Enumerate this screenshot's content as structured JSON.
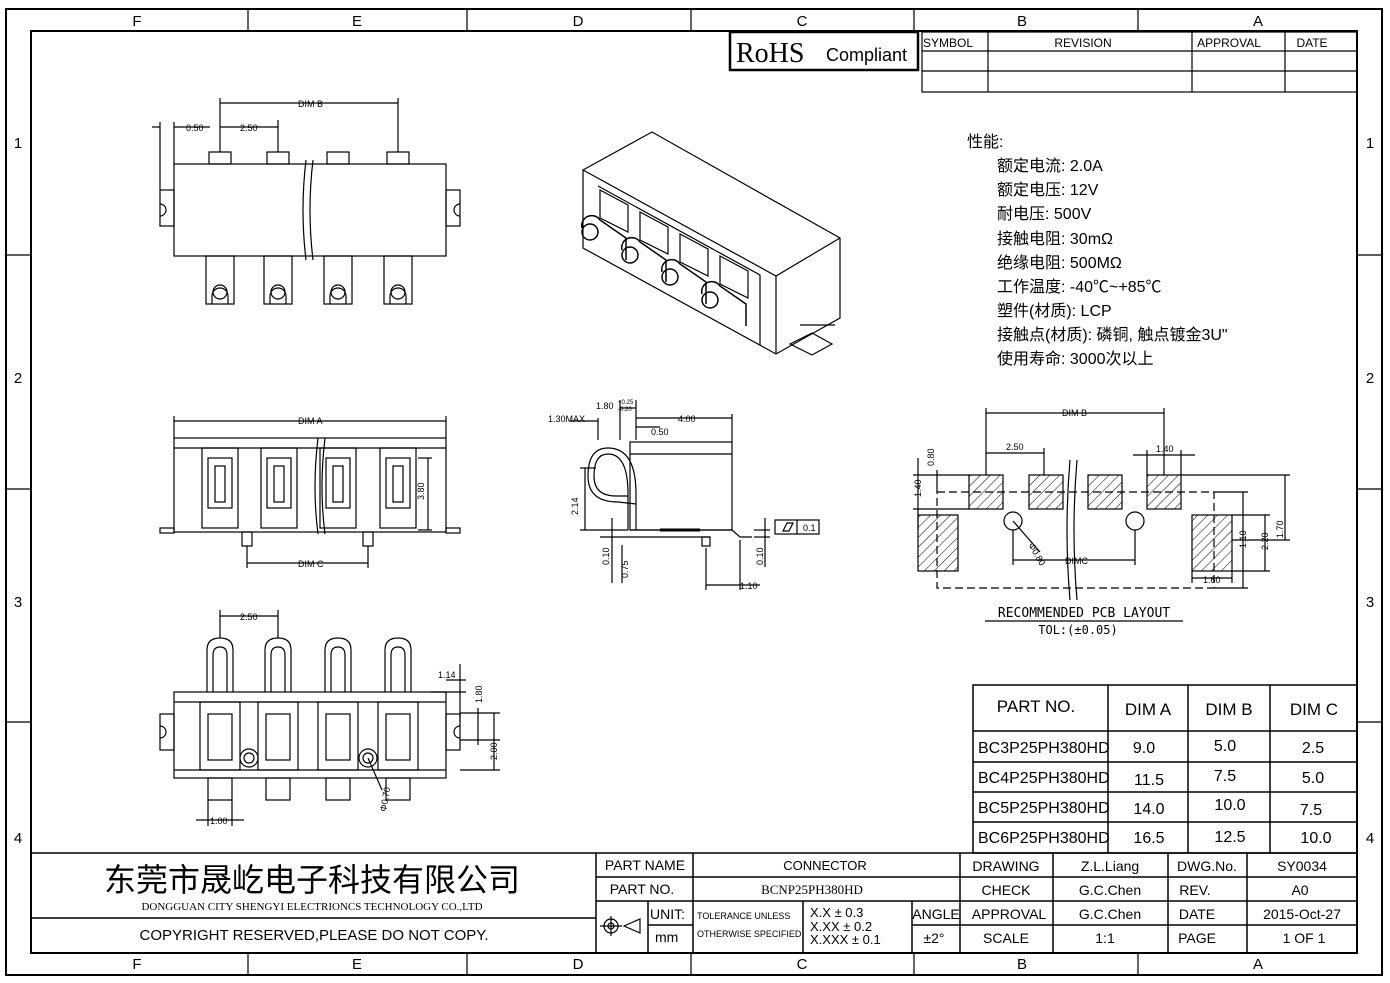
{
  "zones": {
    "columns": [
      "F",
      "E",
      "D",
      "C",
      "B",
      "A"
    ],
    "rows": [
      "1",
      "2",
      "3",
      "4"
    ]
  },
  "rohs": {
    "big": "RoHS",
    "small": "Compliant"
  },
  "revision_table": {
    "headers": [
      "SYMBOL",
      "REVISION",
      "APPROVAL",
      "DATE"
    ]
  },
  "specs": {
    "heading": "性能:",
    "lines": [
      "额定电流: 2.0A",
      "额定电压: 12V",
      "耐电压: 500V",
      "接触电阻: 30mΩ",
      "绝缘电阻: 500MΩ",
      "工作温度: -40℃~+85℃",
      "塑件(材质): LCP",
      "接触点(材质): 磷铜, 触点镀金3U\"",
      "使用寿命: 3000次以上"
    ]
  },
  "dims": {
    "top": {
      "dimB": "DIM B",
      "d050": "0.50",
      "d250": "2.50"
    },
    "front": {
      "dimA": "DIM A",
      "dimC": "DIM C",
      "h380": "3.80"
    },
    "side": {
      "d130": "1.30MAX",
      "d180": "1.80",
      "d180tol_up": "+0.25",
      "d180tol_dn": "-0.20",
      "d050": "0.50",
      "d400": "4.00",
      "d214": "2.14",
      "d010a": "0.10",
      "d075": "0.75",
      "d010b": "0.10",
      "d110": "1.10",
      "flat": "0.1"
    },
    "bottom": {
      "d250": "2.50",
      "d114": "1.14",
      "d180": "1.80",
      "d200": "2.00",
      "d070": "Φ0.70",
      "d100": "1.00"
    },
    "pcb": {
      "dimB": "DIM B",
      "d250": "2.50",
      "d140a": "1.40",
      "d080": "0.80",
      "d140b": "1.40",
      "d080hole": "Φ0.80",
      "dimC": "DIMC",
      "d110": "1.10",
      "d220": "2.20",
      "d170": "1.70",
      "d160": "1.60",
      "title": "RECOMMENDED PCB LAYOUT",
      "tol": "TOL:(±0.05)"
    }
  },
  "part_table": {
    "headers": [
      "PART NO.",
      "DIM A",
      "DIM B",
      "DIM C"
    ],
    "rows": [
      [
        "BC3P25PH380HD",
        "9.0",
        "5.0",
        "2.5"
      ],
      [
        "BC4P25PH380HD",
        "11.5",
        "7.5",
        "5.0"
      ],
      [
        "BC5P25PH380HD",
        "14.0",
        "10.0",
        "7.5"
      ],
      [
        "BC6P25PH380HD",
        "16.5",
        "12.5",
        "10.0"
      ]
    ]
  },
  "title_block": {
    "company_cn": "东莞市晟屹电子科技有限公司",
    "company_en": "DONGGUAN CITY SHENGYI ELECTRIONCS TECHNOLOGY CO.,LTD",
    "copyright": "COPYRIGHT RESERVED,PLEASE DO NOT COPY.",
    "part_name_label": "PART NAME",
    "part_name": "CONNECTOR",
    "part_no_label": "PART NO.",
    "part_no": "BCNP25PH380HD",
    "unit_label": "UNIT:",
    "unit": "mm",
    "tol1": "TOLERANCE UNLESS",
    "tol2": "OTHERWISE SPECIFIED",
    "tx1": "X.X  ± 0.3",
    "tx2": "X.XX ± 0.2",
    "tx3": "X.XXX ± 0.1",
    "angle_label": "ANGLE",
    "angle": "±2°",
    "drawing_label": "DRAWING",
    "drawing": "Z.L.Liang",
    "check_label": "CHECK",
    "check": "G.C.Chen",
    "approval_label": "APPROVAL",
    "approval": "G.C.Chen",
    "scale_label": "SCALE",
    "scale": "1:1",
    "dwgno_label": "DWG.No.",
    "dwgno": "SY0034",
    "rev_label": "REV.",
    "rev": "A0",
    "date_label": "DATE",
    "date": "2015-Oct-27",
    "page_label": "PAGE",
    "page": "1 OF 1"
  }
}
